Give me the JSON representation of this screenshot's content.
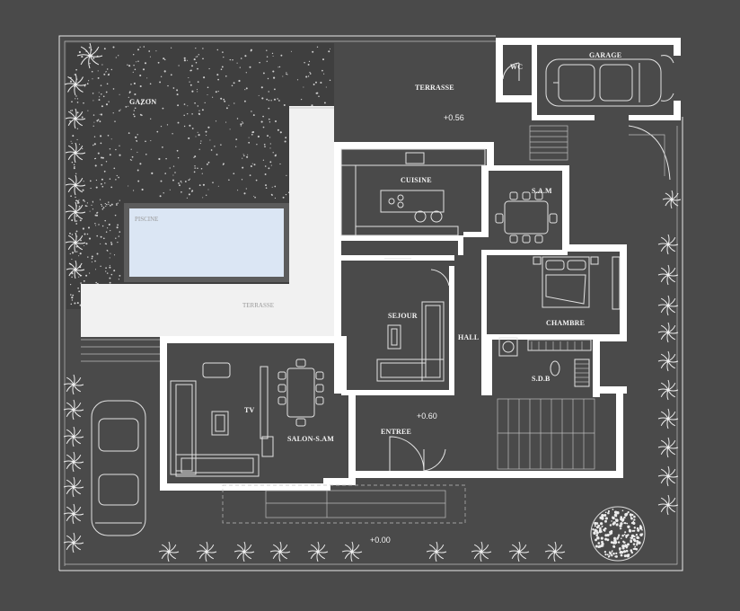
{
  "rooms": {
    "gazon": "GAZON",
    "terrasse": "TERRASSE",
    "wc": "WC",
    "garage": "GARAGE",
    "cuisine": "CUISINE",
    "sam": "S.A.M",
    "piscine": "PISCINE",
    "sejour": "SEJOUR",
    "chambre": "CHAMBRE",
    "hall": "HALL",
    "tv": "TV",
    "sdb": "S.D.B",
    "salon_sam": "SALON-S.AM",
    "entree": "ENTREE"
  },
  "levels": {
    "terrasse": "+0.56",
    "entree": "+0.60",
    "street": "+0.00"
  },
  "colors": {
    "background": "#4a4a4a",
    "walls": "#ffffff",
    "pool_water": "#d9e6f5",
    "deck": "#f1f1f1"
  }
}
